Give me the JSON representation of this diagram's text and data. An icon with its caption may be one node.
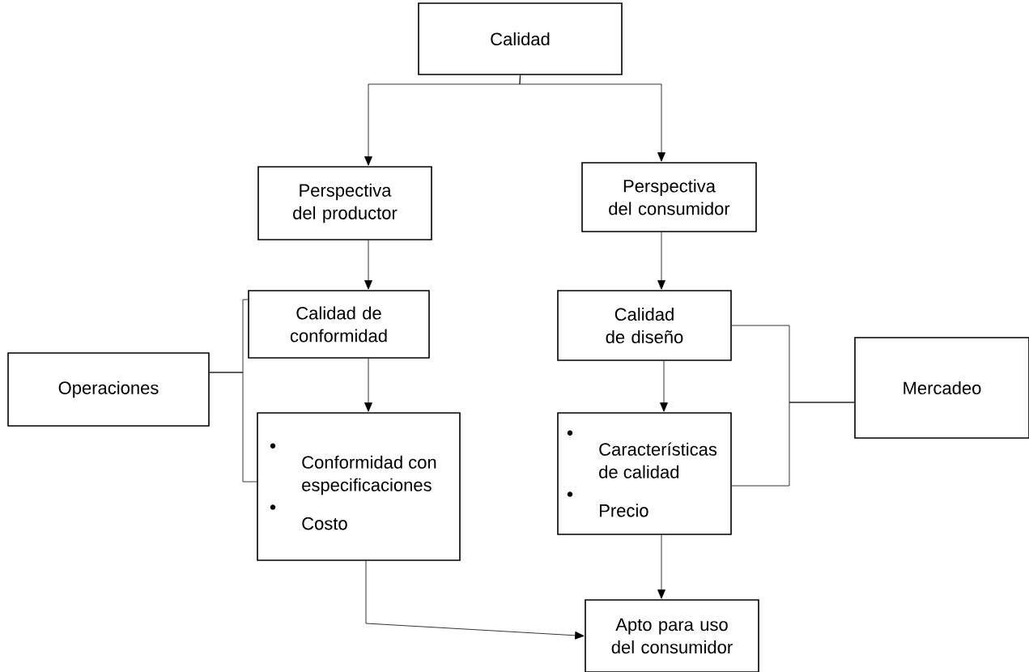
{
  "diagram": {
    "nodes": [
      {
        "text": [
          "Calidad"
        ]
      },
      {
        "text": [
          "Perspectiva del productor"
        ]
      },
      {
        "text": [
          "Perspectiva del consumidor"
        ]
      },
      {
        "text": [
          "Calidad de conformidad"
        ]
      },
      {
        "text": [
          "Calidad de diseño"
        ]
      },
      {
        "text": [
          "Operaciones"
        ]
      },
      {
        "text": [
          "Conformidad con especificaciones",
          "Costo"
        ]
      },
      {
        "text": [
          "Características de calidad",
          "Precio"
        ]
      },
      {
        "text": [
          "Mercadeo"
        ]
      },
      {
        "text": [
          "Apto para uso del consumidor"
        ]
      }
    ],
    "edges": [
      {
        "from": 0,
        "to": 1,
        "arrow": "to"
      },
      {
        "from": 0,
        "to": 2,
        "arrow": "to"
      },
      {
        "from": 1,
        "to": 3,
        "arrow": "to"
      },
      {
        "from": 2,
        "to": 4,
        "arrow": "to"
      },
      {
        "from": 3,
        "to": 6,
        "arrow": "to"
      },
      {
        "from": 4,
        "to": 7,
        "arrow": "to"
      },
      {
        "from": 7,
        "to": 9,
        "arrow": "to"
      },
      {
        "from": 6,
        "to": 9,
        "arrow": "to"
      },
      {
        "from": 5,
        "to": 3,
        "arrow": "none"
      },
      {
        "from": 5,
        "to": 6,
        "arrow": "none"
      },
      {
        "from": 8,
        "to": 4,
        "arrow": "none"
      },
      {
        "from": 8,
        "to": 7,
        "arrow": "none"
      }
    ]
  }
}
